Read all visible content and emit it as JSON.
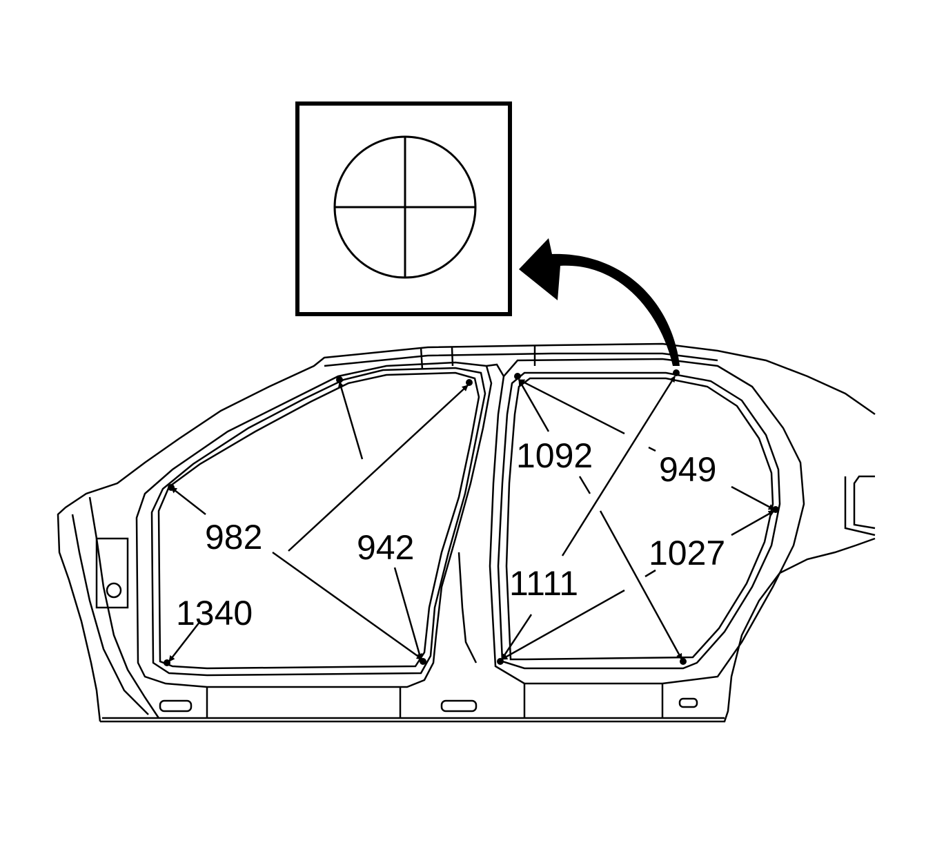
{
  "diagram": {
    "measurements": [
      {
        "id": "982",
        "label": "982"
      },
      {
        "id": "942",
        "label": "942"
      },
      {
        "id": "1340",
        "label": "1340"
      },
      {
        "id": "1092",
        "label": "1092"
      },
      {
        "id": "949",
        "label": "949"
      },
      {
        "id": "1111",
        "label": "1111"
      },
      {
        "id": "1027",
        "label": "1027"
      }
    ],
    "detail_symbol": "reference-point-icon"
  }
}
